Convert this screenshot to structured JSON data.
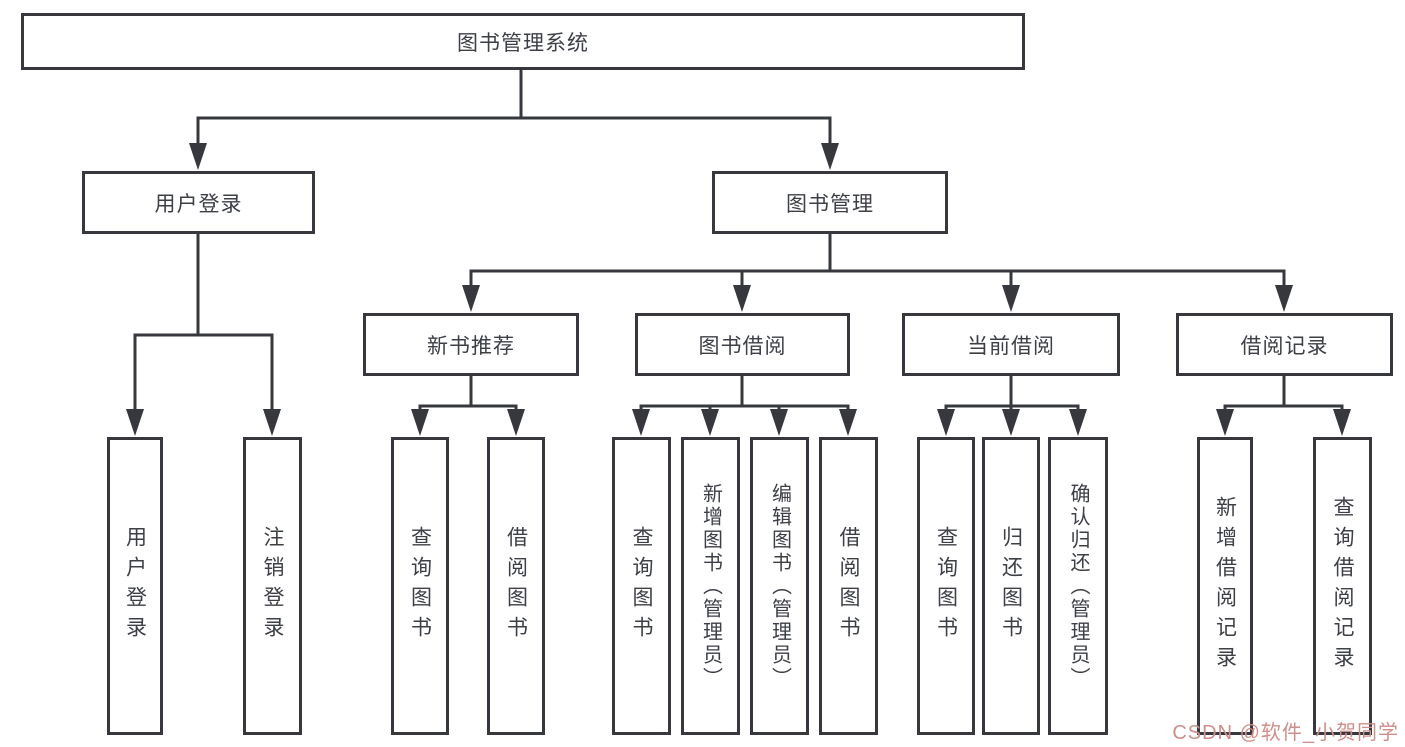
{
  "diagram": {
    "title": "图书管理系统",
    "root": {
      "label": "图书管理系统"
    },
    "branches": [
      {
        "label": "用户登录",
        "children": [
          {
            "label": "用户登录"
          },
          {
            "label": "注销登录"
          }
        ]
      },
      {
        "label": "图书管理",
        "children": [
          {
            "label": "新书推荐",
            "children": [
              {
                "label": "查询图书"
              },
              {
                "label": "借阅图书"
              }
            ]
          },
          {
            "label": "图书借阅",
            "children": [
              {
                "label": "查询图书"
              },
              {
                "label": "新增图书（管理员）"
              },
              {
                "label": "编辑图书（管理员）"
              },
              {
                "label": "借阅图书"
              }
            ]
          },
          {
            "label": "当前借阅",
            "children": [
              {
                "label": "查询图书"
              },
              {
                "label": "归还图书"
              },
              {
                "label": "确认归还（管理员）"
              }
            ]
          },
          {
            "label": "借阅记录",
            "children": [
              {
                "label": "新增借阅记录"
              },
              {
                "label": "查询借阅记录"
              }
            ]
          }
        ]
      }
    ]
  },
  "watermark": {
    "text": "CSDN @软件_小贺同学",
    "color": "#cf8e8a"
  },
  "colors": {
    "line": "#36383d",
    "text": "#3c3f45",
    "box_background": "#ffffff"
  }
}
